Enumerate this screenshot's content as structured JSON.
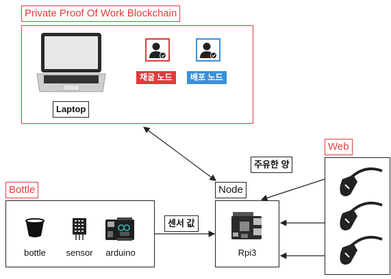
{
  "blockchain": {
    "title": "Private Proof Of Work Blockchain",
    "laptop_label": "Laptop",
    "mining_node_label": "채굴 노드",
    "deploy_node_label": "배포 노드",
    "mining_color": "#e03b3b",
    "deploy_color": "#3b8fd9"
  },
  "bottle_group": {
    "title": "Bottle",
    "items": [
      {
        "label": "bottle",
        "icon": "bottle-icon"
      },
      {
        "label": "sensor",
        "icon": "sensor-icon"
      },
      {
        "label": "arduino",
        "icon": "arduino-icon"
      }
    ]
  },
  "node": {
    "title": "Node",
    "device_label": "Rpi3",
    "icon": "raspberry-pi-icon"
  },
  "web": {
    "title": "Web",
    "icons": [
      "fuel-nozzle-icon",
      "fuel-nozzle-icon",
      "fuel-nozzle-icon"
    ]
  },
  "edges": {
    "sensor_value_label": "센서 값",
    "fuel_amount_label": "주유한 양"
  }
}
